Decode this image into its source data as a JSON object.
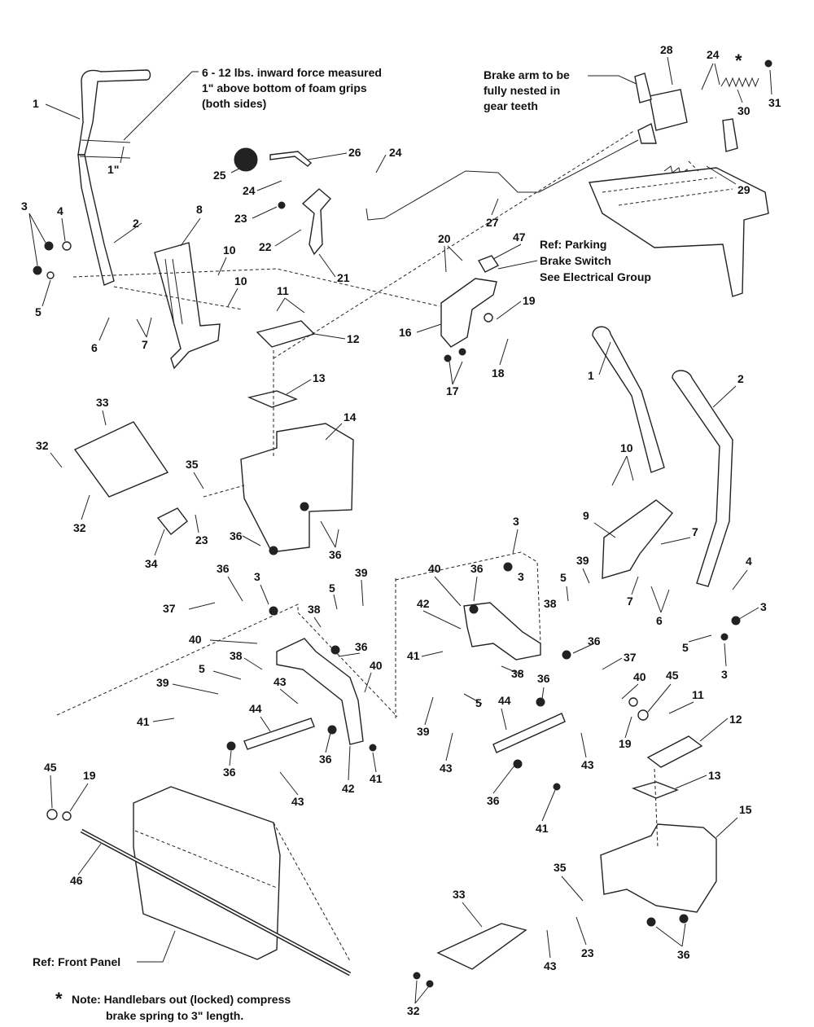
{
  "notes": {
    "inward_force_1": "6 - 12 lbs. inward force measured",
    "inward_force_2": "1\" above bottom of foam grips",
    "inward_force_3": "(both sides)",
    "inch_label": "1\"",
    "brake_arm_1": "Brake arm to be",
    "brake_arm_2": "fully nested in",
    "brake_arm_3": "gear teeth",
    "parking_1": "Ref: Parking",
    "parking_2": "Brake Switch",
    "parking_3": "See Electrical Group",
    "front_panel": "Ref: Front Panel",
    "star": "*",
    "bottom_note_1": "Note: Handlebars out (locked) compress",
    "bottom_note_2": "brake spring to 3\" length."
  },
  "callouts": {
    "c1": "1",
    "c2": "2",
    "c3": "3",
    "c4": "4",
    "c5": "5",
    "c6": "6",
    "c7": "7",
    "c8": "8",
    "c9": "9",
    "c10": "10",
    "c11": "11",
    "c12": "12",
    "c13": "13",
    "c14": "14",
    "c15": "15",
    "c16": "16",
    "c17": "17",
    "c18": "18",
    "c19": "19",
    "c20": "20",
    "c21": "21",
    "c22": "22",
    "c23": "23",
    "c24": "24",
    "c25": "25",
    "c26": "26",
    "c27": "27",
    "c28": "28",
    "c29": "29",
    "c30": "30",
    "c31": "31",
    "c32": "32",
    "c33": "33",
    "c34": "34",
    "c35": "35",
    "c36": "36",
    "c37": "37",
    "c38": "38",
    "c39": "39",
    "c40": "40",
    "c41": "41",
    "c42": "42",
    "c43": "43",
    "c44": "44",
    "c45": "45",
    "c46": "46",
    "c47": "47"
  }
}
